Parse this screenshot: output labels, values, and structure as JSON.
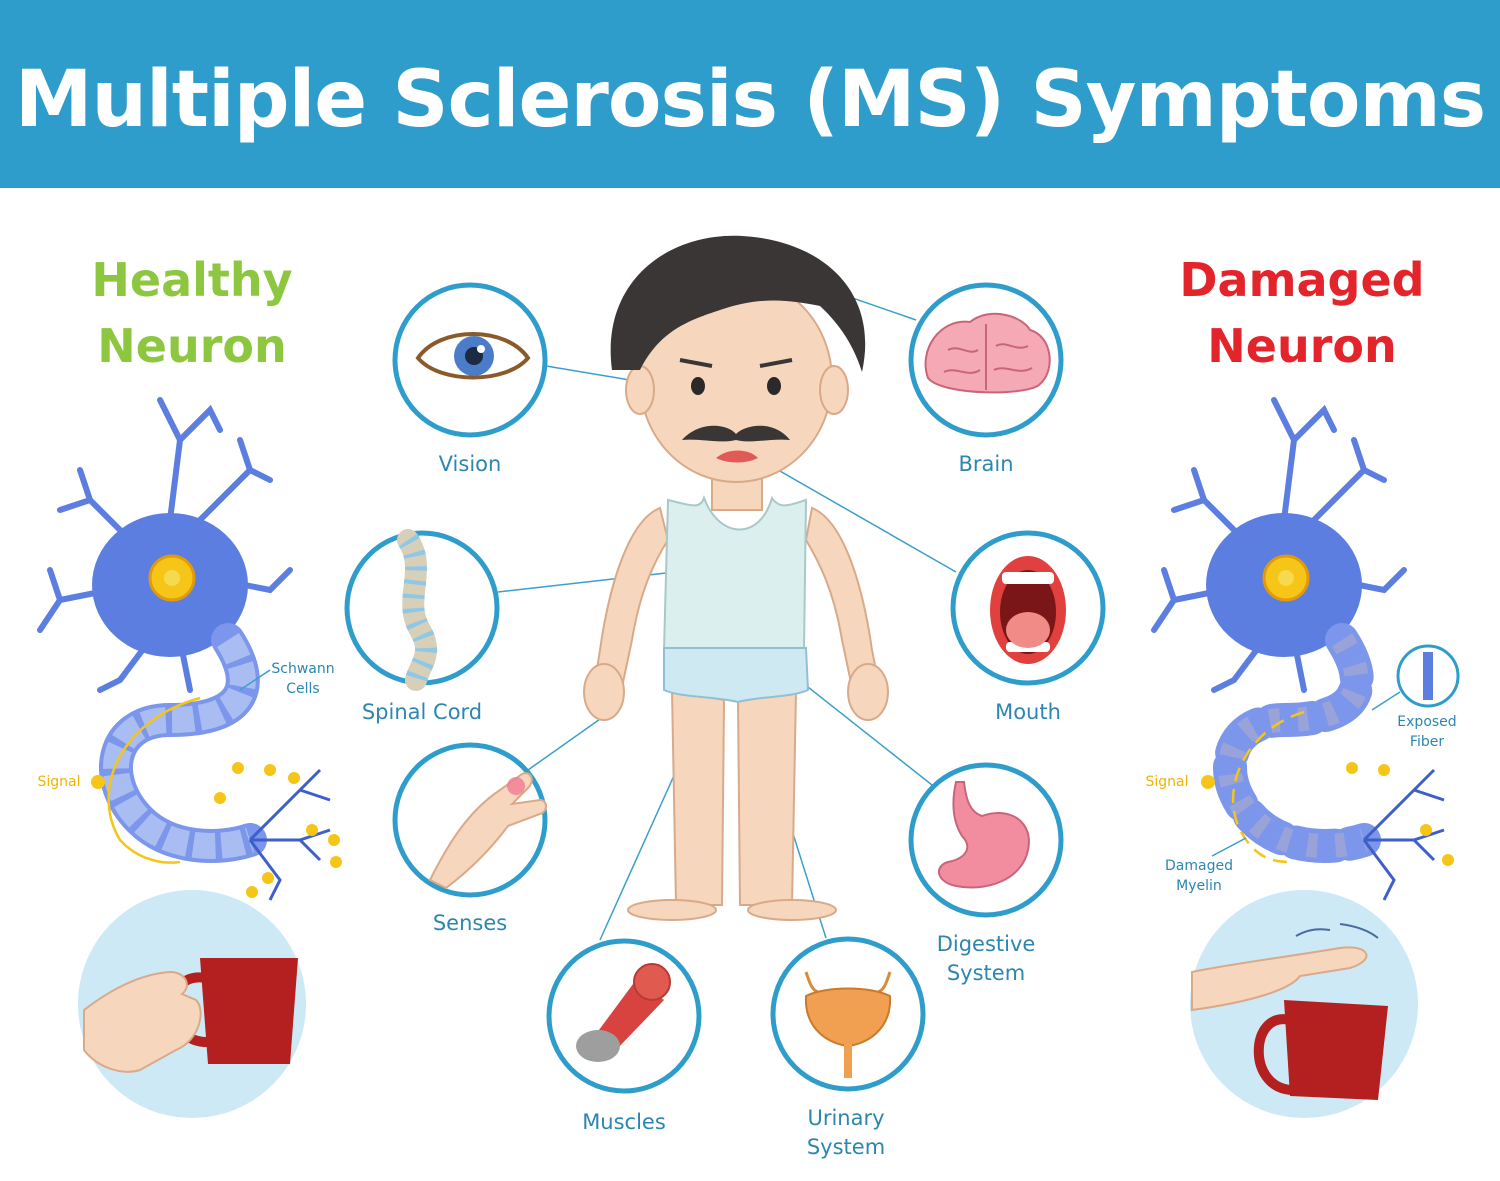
{
  "title": "Multiple Sclerosis (MS) Symptoms",
  "colors": {
    "banner": "#2f9dcb",
    "healthy": "#8dc63f",
    "damaged": "#e3242b",
    "label": "#2c86b0",
    "circle_outline": "#2f9dcb",
    "neuron": "#5b7ee0",
    "signal": "#f5c518"
  },
  "healthy_neuron": {
    "title_line1": "Healthy",
    "title_line2": "Neuron",
    "schwann_line1": "Schwann",
    "schwann_line2": "Cells",
    "signal": "Signal"
  },
  "damaged_neuron": {
    "title_line1": "Damaged",
    "title_line2": "Neuron",
    "exposed_line1": "Exposed",
    "exposed_line2": "Fiber",
    "signal": "Signal",
    "myelin_line1": "Damaged",
    "myelin_line2": "Myelin"
  },
  "symptoms": {
    "vision": "Vision",
    "brain": "Brain",
    "spinal_cord": "Spinal Cord",
    "mouth": "Mouth",
    "senses": "Senses",
    "digestive_line1": "Digestive",
    "digestive_line2": "System",
    "muscles": "Muscles",
    "urinary_line1": "Urinary",
    "urinary_line2": "System"
  }
}
